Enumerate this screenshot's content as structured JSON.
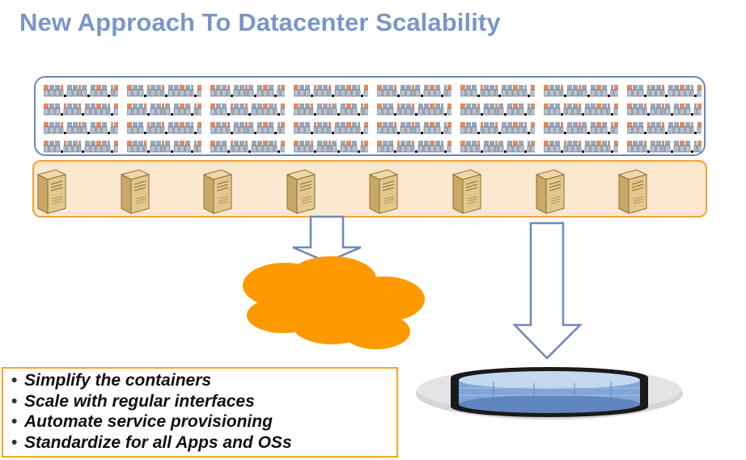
{
  "title": "New Approach To Datacenter Scalability",
  "bullets": [
    "Simplify the containers",
    "Scale with regular interfaces",
    "Automate service provisioning",
    "Standardize for all Apps and OSs"
  ],
  "vm_grid": {
    "columns": 8,
    "rows": 4
  },
  "server_count": 8,
  "colors": {
    "title": "#7b96c6",
    "vm_border": "#6f86b8",
    "server_band_border": "#f2a33a",
    "server_band_fill": "#fbe7cc",
    "cloud": "#ff9900",
    "arrow": "#6f86b8",
    "storage_disk": "#7fa6d6",
    "bullet_border": "#f5a623"
  },
  "icons": [
    "vm-cluster-icon",
    "server-tower-icon",
    "cloud-icon",
    "storage-disk-icon",
    "down-arrow-icon"
  ]
}
